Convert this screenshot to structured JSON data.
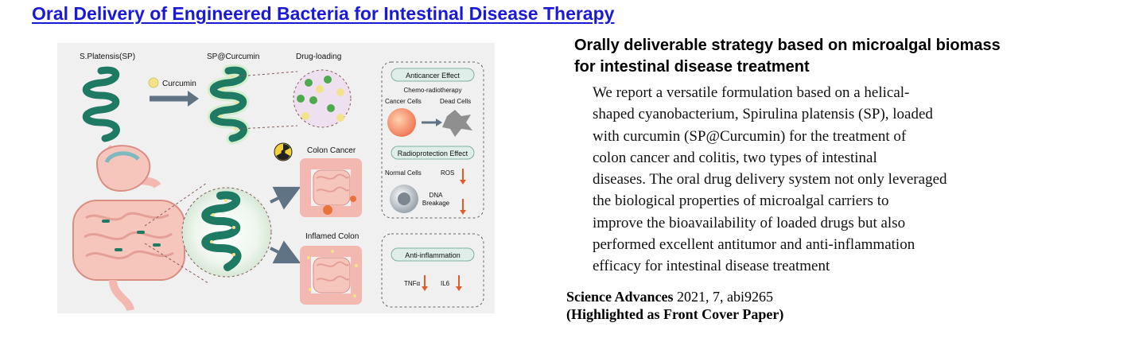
{
  "page": {
    "title": "Oral Delivery of Engineered Bacteria for Intestinal Disease Therapy"
  },
  "figure": {
    "labels": {
      "sp": "S.Platensis(SP)",
      "sp_curcumin": "SP@Curcumin",
      "drug_loading": "Drug-loading",
      "curcumin": "Curcumin",
      "colon_cancer": "Colon Cancer",
      "inflamed_colon": "Inflamed Colon"
    },
    "panel_anticancer": {
      "title": "Anticancer Effect",
      "subtitle": "Chemo-radiotherapy",
      "cancer_cells": "Cancer Cells",
      "dead_cells": "Dead Cells"
    },
    "panel_radioprotection": {
      "title": "Radioprotection Effect",
      "normal_cells": "Normal Cells",
      "ros": "ROS",
      "dna_line1": "DNA",
      "dna_line2": "Breakage"
    },
    "panel_antiinflammation": {
      "title": "Anti-inflammation",
      "tnf": "TNFα",
      "il6": "IL6"
    },
    "colors": {
      "helix": "#1f7a63",
      "curcumin": "#f2e38a",
      "green_dot": "#4caa4c",
      "arrow": "#5f7385",
      "down_arrow": "#e25b2a",
      "tissue": "#f3b8b0"
    }
  },
  "abstract": {
    "heading_line1": "Orally deliverable strategy based on microalgal biomass",
    "heading_line2": "for intestinal disease treatment",
    "lines": [
      "We report a versatile formulation based on a helical-",
      "shaped cyanobacterium, Spirulina platensis (SP), loaded",
      "with curcumin (SP@Curcumin) for the treatment of",
      "colon cancer and colitis, two types of intestinal",
      "diseases. The oral drug delivery system not only leveraged",
      "the biological properties of microalgal carriers to",
      "improve the bioavailability of loaded drugs but also",
      "performed excellent antitumor and anti-inflammation",
      "efficacy for intestinal disease treatment"
    ]
  },
  "citation": {
    "journal": "Science Advances",
    "details": "2021, 7, abi9265",
    "highlight": "(Highlighted as Front Cover Paper)"
  }
}
